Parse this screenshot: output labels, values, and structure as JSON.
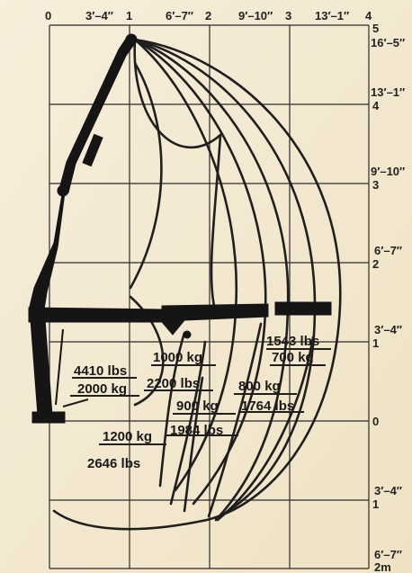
{
  "chart_data": {
    "type": "diagram",
    "top_axis": [
      {
        "metric": "0",
        "imperial": ""
      },
      {
        "metric": "1",
        "imperial": "3′–4″"
      },
      {
        "metric": "2",
        "imperial": "6′–7″"
      },
      {
        "metric": "3",
        "imperial": "9′–10″"
      },
      {
        "metric": "4",
        "imperial": "13′–1″"
      }
    ],
    "right_axis": [
      {
        "metric": "5",
        "imperial": "16′–5″"
      },
      {
        "metric": "4",
        "imperial": "13′–1″"
      },
      {
        "metric": "3",
        "imperial": "9′–10″"
      },
      {
        "metric": "2",
        "imperial": "6′–7″"
      },
      {
        "metric": "1",
        "imperial": "3′–4″"
      },
      {
        "metric": "0",
        "imperial": ""
      },
      {
        "metric": "1",
        "imperial": "3′–4″"
      },
      {
        "metric": "2m",
        "imperial": "6′–7″"
      }
    ],
    "load_labels": [
      {
        "lbs": "4410 lbs",
        "kg": "2000 kg"
      },
      {
        "lbs": "2646 lbs",
        "kg": "1200 kg"
      },
      {
        "lbs": "2200 lbs",
        "kg": "1000 kg"
      },
      {
        "lbs": "1984 lbs",
        "kg": "900 kg"
      },
      {
        "lbs": "1764 lbs",
        "kg": "800 kg"
      },
      {
        "lbs": "1543 lbs",
        "kg": "700 kg"
      }
    ]
  }
}
